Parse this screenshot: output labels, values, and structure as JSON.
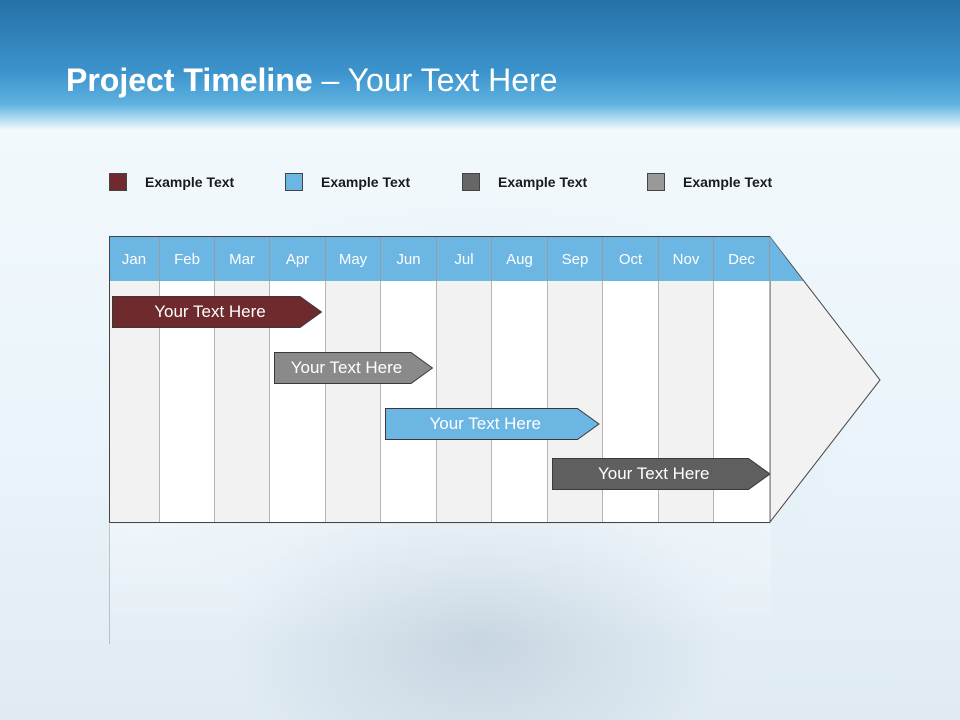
{
  "title": {
    "bold": "Project Timeline",
    "rest": " – Your Text Here"
  },
  "legend": [
    {
      "label": "Example Text",
      "color": "#6e2a2c"
    },
    {
      "label": "Example Text",
      "color": "#6bb6e3"
    },
    {
      "label": "Example Text",
      "color": "#666666"
    },
    {
      "label": "Example Text",
      "color": "#999999"
    }
  ],
  "months": [
    "Jan",
    "Feb",
    "Mar",
    "Apr",
    "May",
    "Jun",
    "Jul",
    "Aug",
    "Sep",
    "Oct",
    "Nov",
    "Dec"
  ],
  "tasks": [
    {
      "label": "Your  Text Here",
      "color": "#6e2a2c",
      "start_month": "Jan",
      "end_month": "Apr"
    },
    {
      "label": "Your  Text Here",
      "color": "#8a8a8a",
      "start_month": "Apr",
      "end_month": "Jun"
    },
    {
      "label": "Your  Text Here",
      "color": "#6bb6e3",
      "start_month": "Jun",
      "end_month": "Sep"
    },
    {
      "label": "Your  Text Here",
      "color": "#5f5f5f",
      "start_month": "Sep",
      "end_month": "Dec"
    }
  ]
}
